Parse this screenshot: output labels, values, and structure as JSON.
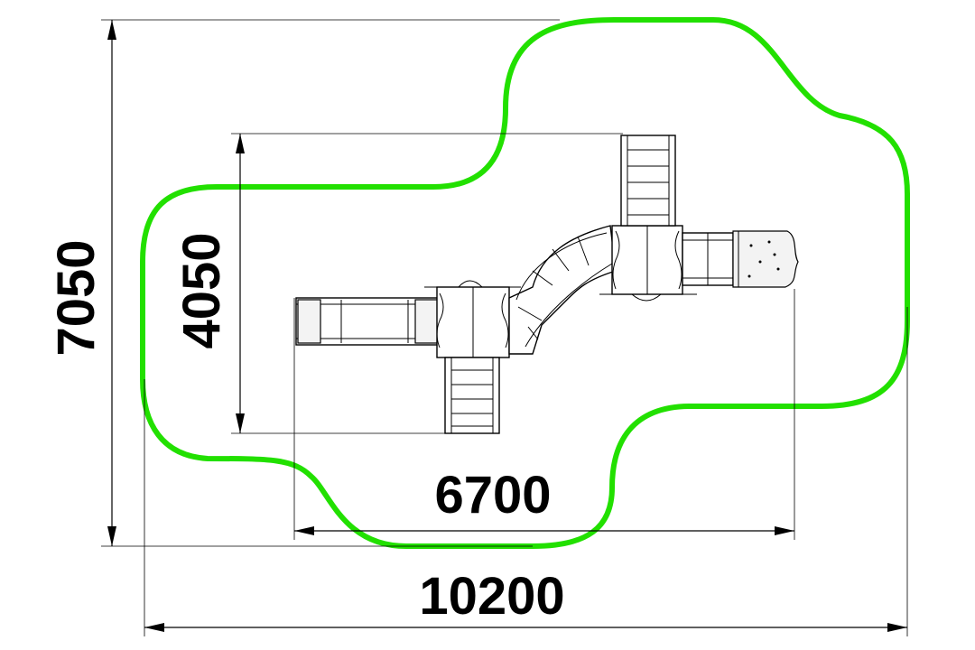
{
  "dimensions": {
    "overall_width": "10200",
    "overall_height": "7050",
    "equipment_width": "6700",
    "equipment_height": "4050"
  },
  "colors": {
    "safety_zone": "#22e000",
    "lines": "#000000"
  }
}
